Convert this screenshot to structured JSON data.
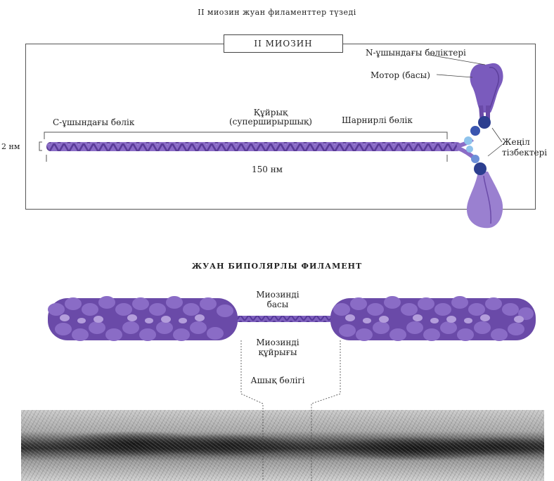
{
  "top_title": "II миозин жуан филаменттер түзеді",
  "myosin_box_label": "II МИОЗИН",
  "labels": {
    "n_terminal": "N-ұшындағы бөліктері",
    "motor": "Мотор (басы)",
    "tail_line1": "Құйрық",
    "tail_line2": "(суперширыршық)",
    "c_terminal": "С-ұшындағы бөлік",
    "hinge": "Шарнирлі бөлік",
    "light_chains_line1": "Жеңіл",
    "light_chains_line2": "тізбектері",
    "width": "2 нм",
    "length": "150 нм"
  },
  "bipolar_title": "ЖУАН БИПОЛЯРЛЫ ФИЛАМЕНТ",
  "bipolar_labels": {
    "heads_line1": "Миозинді",
    "heads_line2": "басы",
    "tails_line1": "Миозинді",
    "tails_line2": "құйрығы",
    "bare_zone": "Ашық бөлігі"
  },
  "colors": {
    "purple_dark": "#6a4aa8",
    "purple_mid": "#8a6cc6",
    "purple_light": "#b39ddb",
    "navy": "#2c3e8f",
    "light_blue": "#8fc3ec"
  }
}
